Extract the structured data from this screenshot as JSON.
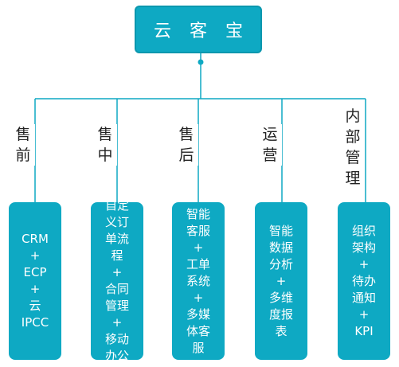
{
  "root": {
    "label": "云 客 宝"
  },
  "branches": [
    {
      "label": "售前",
      "content": "CRM+\nECP\n+\n云\nIPCC"
    },
    {
      "label": "售中",
      "content": "自定义订单流程\n+\n合同管理\n+\n移动办公"
    },
    {
      "label": "售后",
      "content": "智能客服\n+\n工单系统\n+\n多媒体客服"
    },
    {
      "label": "运营",
      "content": "智能数据分析\n+\n多维度报表"
    },
    {
      "label": "内部管理",
      "content": "组织架构\n+\n待办通知\n+\nKPI"
    }
  ],
  "colors": {
    "box": "#0ea9c3",
    "line": "#0ea9c3",
    "text": "#222222"
  }
}
